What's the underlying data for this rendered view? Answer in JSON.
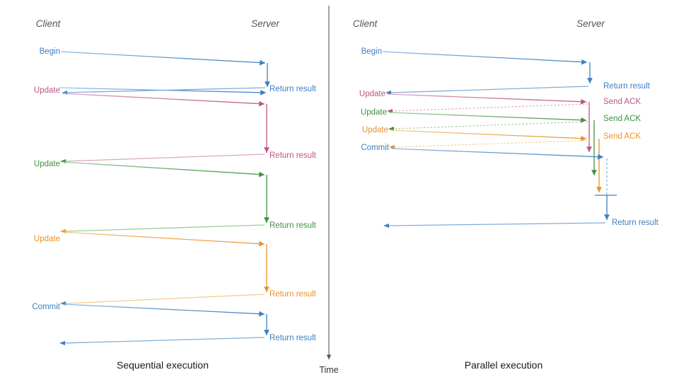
{
  "figure": {
    "title": "Sequential versus parallel transaction execution sequence diagram",
    "background": "#ffffff"
  },
  "colors": {
    "blue": "#3d7ebf",
    "blue_light": "#7eaedd",
    "pink": "#c05387",
    "pink_light": "#d99ab9",
    "green": "#3f9142",
    "green_light": "#8cc78e",
    "orange": "#e8922c",
    "orange_light": "#f3bd7d",
    "gray": "#555555",
    "text_dark": "#1a1a1a"
  },
  "axis": {
    "label": "Time",
    "name": "time-axis",
    "orientation": "vertical-down"
  },
  "panels": [
    {
      "id": "sequential",
      "caption": "Sequential execution",
      "lanes": {
        "client": "Client",
        "server": "Server"
      },
      "messages": [
        {
          "label": "Begin",
          "side": "client",
          "color_key": "blue",
          "direction": "to-server"
        },
        {
          "label": "Return result",
          "side": "server",
          "color_key": "blue",
          "direction": "to-client"
        },
        {
          "label": "Update",
          "side": "client",
          "color_key": "pink",
          "direction": "to-server"
        },
        {
          "label": "Return result",
          "side": "server",
          "color_key": "pink",
          "direction": "to-client"
        },
        {
          "label": "Update",
          "side": "client",
          "color_key": "green",
          "direction": "to-server"
        },
        {
          "label": "Return result",
          "side": "server",
          "color_key": "green",
          "direction": "to-client"
        },
        {
          "label": "Update",
          "side": "client",
          "color_key": "orange",
          "direction": "to-server"
        },
        {
          "label": "Return result",
          "side": "server",
          "color_key": "orange",
          "direction": "to-client"
        },
        {
          "label": "Commit",
          "side": "client",
          "color_key": "blue",
          "direction": "to-server"
        },
        {
          "label": "Return result",
          "side": "server",
          "color_key": "blue",
          "direction": "to-client"
        }
      ]
    },
    {
      "id": "parallel",
      "caption": "Parallel execution",
      "lanes": {
        "client": "Client",
        "server": "Server"
      },
      "messages": [
        {
          "label": "Begin",
          "side": "client",
          "color_key": "blue",
          "direction": "to-server"
        },
        {
          "label": "Return result",
          "side": "server",
          "color_key": "blue",
          "direction": "to-client"
        },
        {
          "label": "Update",
          "side": "client",
          "color_key": "pink",
          "direction": "to-server"
        },
        {
          "label": "Send ACK",
          "side": "server",
          "color_key": "pink",
          "direction": "to-client"
        },
        {
          "label": "Update",
          "side": "client",
          "color_key": "green",
          "direction": "to-server"
        },
        {
          "label": "Send ACK",
          "side": "server",
          "color_key": "green",
          "direction": "to-client"
        },
        {
          "label": "Update",
          "side": "client",
          "color_key": "orange",
          "direction": "to-server"
        },
        {
          "label": "Send ACK",
          "side": "server",
          "color_key": "orange",
          "direction": "to-client"
        },
        {
          "label": "Commit",
          "side": "client",
          "color_key": "blue",
          "direction": "to-server"
        },
        {
          "label": "Return result",
          "side": "server",
          "color_key": "blue",
          "direction": "to-client"
        }
      ]
    }
  ],
  "labels": {
    "left_client": "Client",
    "left_server": "Server",
    "right_client": "Client",
    "right_server": "Server",
    "left_caption": "Sequential execution",
    "right_caption": "Parallel execution",
    "time": "Time",
    "begin": "Begin",
    "update": "Update",
    "commit": "Commit",
    "return_result": "Return result",
    "send_ack": "Send ACK"
  },
  "left_panel_text": {
    "client_header": "Client",
    "server_header": "Server",
    "m1_client": "Begin",
    "m1_server": "Return result",
    "m2_client": "Update",
    "m2_server": "Return result",
    "m3_client": "Update",
    "m3_server": "Return result",
    "m4_client": "Update",
    "m4_server": "Return result",
    "m5_client": "Commit",
    "m5_server": "Return result",
    "caption": "Sequential execution"
  },
  "right_panel_text": {
    "client_header": "Client",
    "server_header": "Server",
    "m1_client": "Begin",
    "m1_server": "Return result",
    "m2_client": "Update",
    "m2_server": "Send ACK",
    "m3_client": "Update",
    "m3_server": "Send ACK",
    "m4_client": "Update",
    "m4_server": "Send ACK",
    "m5_client": "Commit",
    "m5_server": "Return result",
    "caption": "Parallel execution"
  }
}
